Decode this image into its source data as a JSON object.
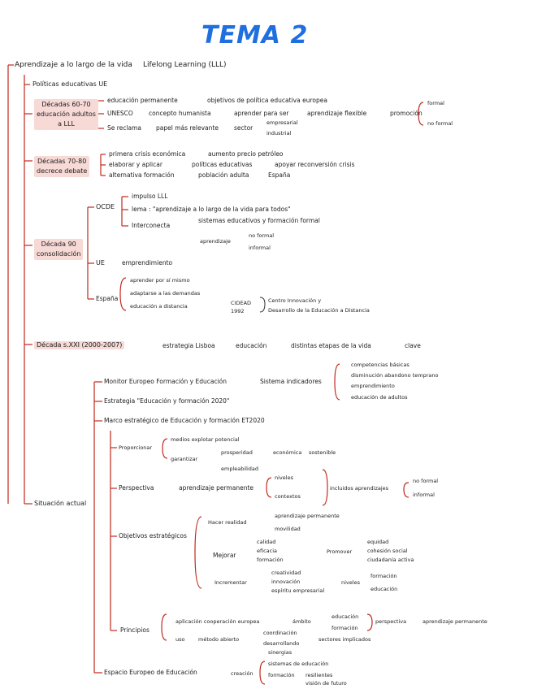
{
  "title": "TEMA 2",
  "root": "Aprendizaje a lo largo de la vida",
  "root_en": "Lifelong Learning (LLL)",
  "politicas": "Políticas educativas UE",
  "d6070": {
    "label": [
      "Décadas 60-70",
      "educación adultos",
      "a LLL"
    ],
    "r1": [
      "educación permanente",
      "objetivos de política educativa europea"
    ],
    "r2": [
      "UNESCO",
      "concepto humanista",
      "aprender para ser",
      "aprendizaje flexible",
      "promoción",
      "formal",
      "no formal"
    ],
    "r3": [
      "Se reclama",
      "papel más relevante",
      "sector",
      "empresarial",
      "industrial"
    ]
  },
  "d7080": {
    "label": [
      "Décadas 70-80",
      "decrece debate"
    ],
    "r1": [
      "primera crisis económica",
      "aumento precio petróleo"
    ],
    "r2": [
      "elaborar y aplicar",
      "políticas educativas",
      "apoyar reconversión crisis"
    ],
    "r3": [
      "alternativa formación",
      "población adulta",
      "España"
    ]
  },
  "d90": {
    "label": [
      "Década 90",
      "consolidación"
    ],
    "ocde": "OCDE",
    "o1": "impulso LLL",
    "o2": "lema : \"aprendizaje a lo largo de la vida para todos\"",
    "o3": "Interconecta",
    "o3a": "sistemas educativos y formación formal",
    "o3b": "aprendizaje",
    "o3b1": "no formal",
    "o3b2": "informal",
    "ue": "UE",
    "ue1": "emprendimiento",
    "es": "España",
    "e1": "aprender por sí mismo",
    "e2": "adaptarse a las demandas",
    "e3": "educación a distancia",
    "cidead": [
      "CIDEAD",
      "1992"
    ],
    "cidead_txt": [
      "Centro Innovación y",
      "Desarrollo de la Educación a Distancia"
    ]
  },
  "dxxi": {
    "label": "Década s.XXI (2000-2007)",
    "r": [
      "estrategia Lisboa",
      "educación",
      "distintas etapas de la vida",
      "clave"
    ],
    "k": [
      "competencias básicas",
      "disminución abandono temprano",
      "emprendimiento",
      "educación de adultos"
    ]
  },
  "actual": {
    "label": "Situación actual",
    "monitor": [
      "Monitor Europeo Formación y Educación",
      "Sistema indicadores"
    ],
    "estrategia": "Estrategia \"Educación y formación 2020\"",
    "marco": "Marco estratégico de Educación y formación ET2020",
    "prop": "Proporcionar",
    "prop1": "medios explotar potencial",
    "prop2": "garantizar",
    "prop2a": "prosperidad",
    "prop2a1": "económica",
    "prop2a2": "sostenible",
    "prop2b": "empleabilidad",
    "persp": "Perspectiva",
    "persp1": "aprendizaje permanente",
    "persp1a": "niveles",
    "persp1b": "contextos",
    "persp2": "incluidos aprendizajes",
    "persp2a": "no formal",
    "persp2b": "informal",
    "obj": "Objetivos estratégicos",
    "h": "Hacer realidad",
    "h1": "aprendizaje permanente",
    "h2": "movilidad",
    "m": "Mejorar",
    "m1": "calidad",
    "m2": "eficacia",
    "m3": "formación",
    "p": "Promover",
    "p1": "equidad",
    "p2": "cohesión social",
    "p3": "ciudadanía activa",
    "i": "Incrementar",
    "i1": "creatividad",
    "i2": "innovación",
    "i3": "espíritu empresarial",
    "n": "niveles",
    "n1": "formación",
    "n2": "educación",
    "prin": "Principios",
    "pr1": "aplicación cooperación europea",
    "pr1a": "ámbito",
    "pr1b": "educación",
    "pr1c": "formación",
    "pr1d": "perspectiva",
    "pr1e": "aprendizaje permanente",
    "pr2": "uso",
    "pr2a": "método abierto",
    "pr2b": "coordinación",
    "pr2c": "desarrollando",
    "pr2d": "sinergias",
    "pr2e": "sectores implicados",
    "espacio": "Espacio Europeo de Educación",
    "esp1": "creación",
    "esp2": "sistemas de educación",
    "esp3": "formación",
    "esp4": "resilientes",
    "esp5": "visión de futuro"
  }
}
